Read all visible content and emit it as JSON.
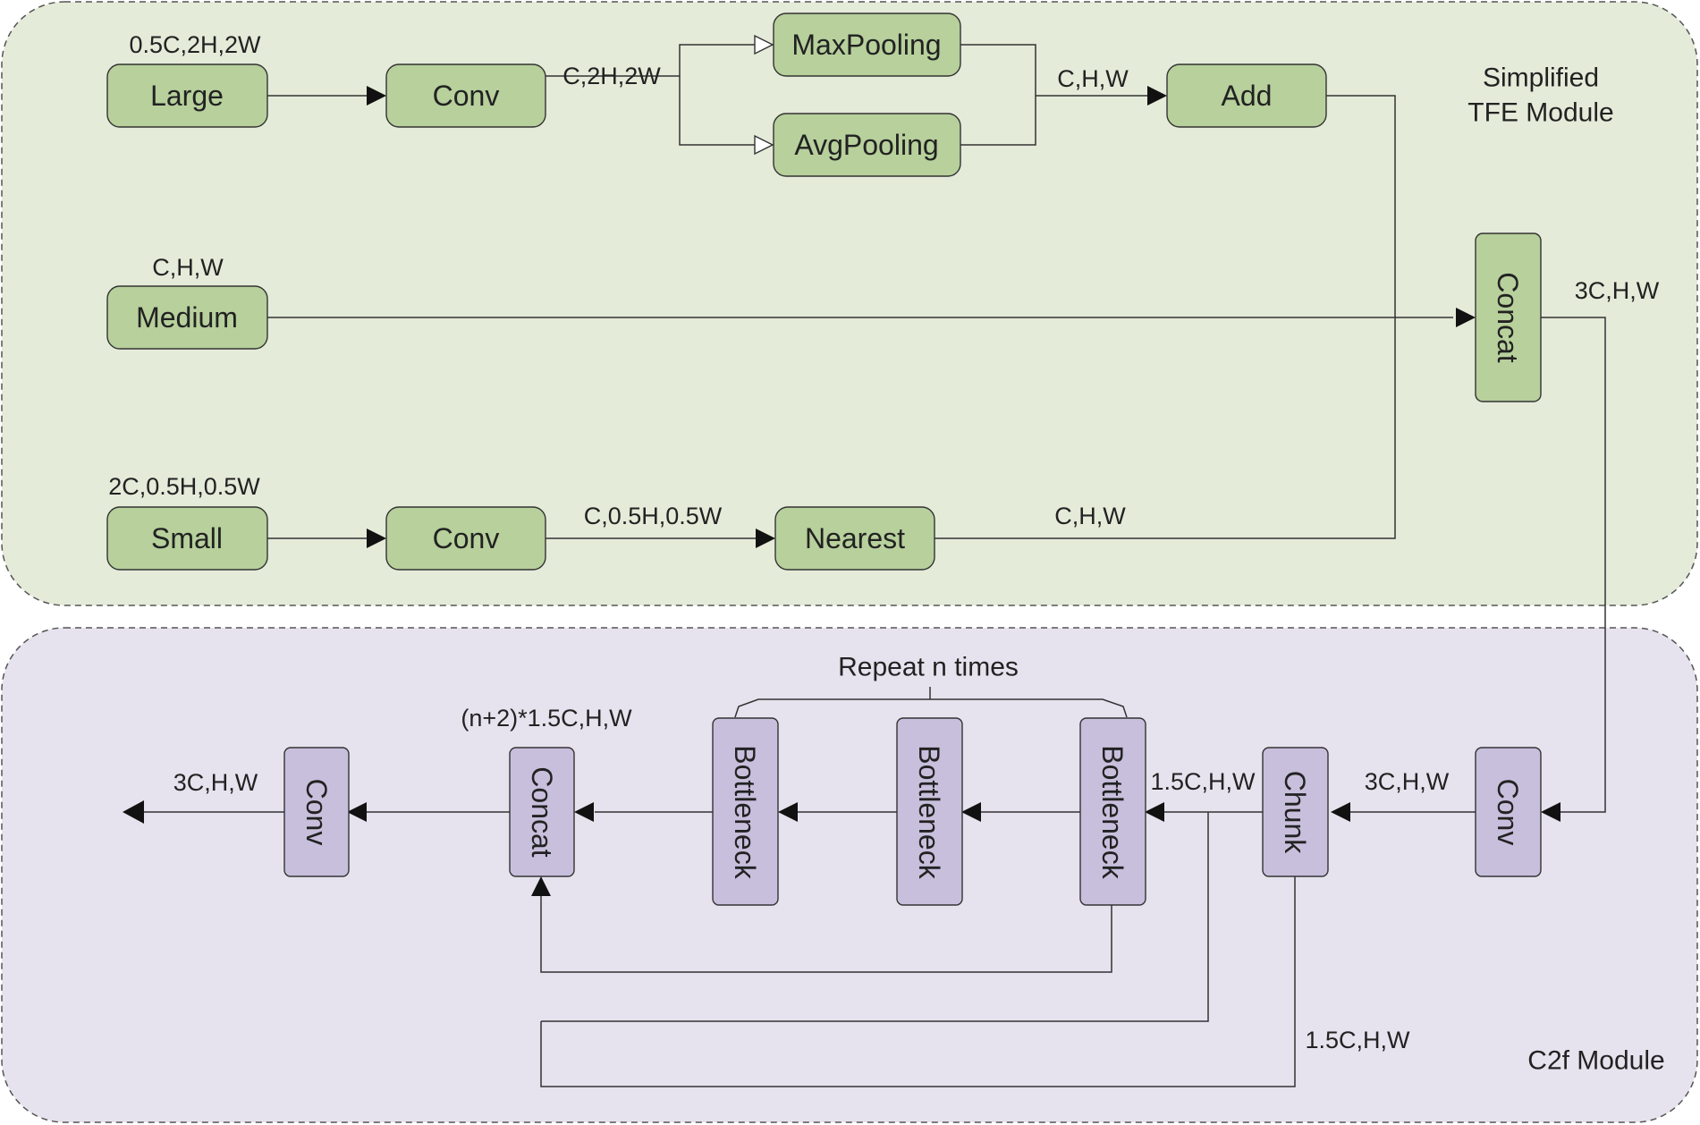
{
  "tfe": {
    "title_line1": "Simplified",
    "title_line2": "TFE Module",
    "nodes": {
      "large": "Large",
      "conv_top": "Conv",
      "maxpool": "MaxPooling",
      "avgpool": "AvgPooling",
      "add": "Add",
      "medium": "Medium",
      "concat": "Concat",
      "small": "Small",
      "conv_bottom": "Conv",
      "nearest": "Nearest"
    },
    "dims": {
      "large_in": "0.5C,2H,2W",
      "conv_top_out": "C,2H,2W",
      "pool_out": "C,H,W",
      "medium_in": "C,H,W",
      "concat_out": "3C,H,W",
      "small_in": "2C,0.5H,0.5W",
      "conv_bottom_out": "C,0.5H,0.5W",
      "nearest_out": "C,H,W"
    }
  },
  "c2f": {
    "title": "C2f Module",
    "repeat_label": "Repeat n times",
    "nodes": {
      "conv_in": "Conv",
      "chunk": "Chunk",
      "bottleneck_1": "Bottleneck",
      "bottleneck_2": "Bottleneck",
      "bottleneck_3": "Bottleneck",
      "concat": "Concat",
      "conv_out": "Conv"
    },
    "dims": {
      "conv_in_out": "3C,H,W",
      "chunk_out": "1.5C,H,W",
      "chunk_split": "1.5C,H,W",
      "concat_in": "(n+2)*1.5C,H,W",
      "final_out": "3C,H,W"
    }
  }
}
